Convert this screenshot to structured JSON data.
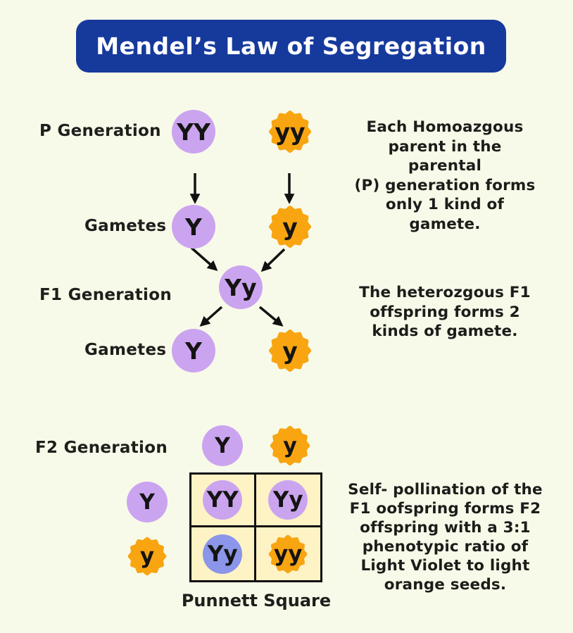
{
  "title": "Mendel’s Law of Segregation",
  "colors": {
    "background": "#f7fae8",
    "banner_bg": "#163a9c",
    "banner_text": "#ffffff",
    "violet_seed": "#cba4f0",
    "blue_seed": "#8b95e9",
    "orange_seed": "#f8a511",
    "punnett_cell_bg": "#fdf3c5",
    "punnett_border": "#111111",
    "text": "#1c1c1a"
  },
  "rows": {
    "p_generation": {
      "label": "P Generation",
      "parent1": "YY",
      "parent2": "yy"
    },
    "gametes1": {
      "label": "Gametes",
      "gamete1": "Y",
      "gamete2": "y"
    },
    "f1_generation": {
      "label": "F1 Generation",
      "offspring": "Yy"
    },
    "gametes2": {
      "label": "Gametes",
      "gamete1": "Y",
      "gamete2": "y"
    },
    "f2_generation": {
      "label": "F2 Generation"
    }
  },
  "notes": {
    "p_note": "Each Homoazgous\nparent in the parental\n(P) generation forms\nonly 1 kind of gamete.",
    "f1_note": "The heterozgous F1\noffspring forms 2\nkinds of gamete.",
    "f2_note": "Self- pollination of the\nF1 oofspring forms F2\noffspring with a 3:1\nphenotypic ratio of\nLight Violet to light\norange seeds."
  },
  "punnett": {
    "caption": "Punnett Square",
    "col_headers": [
      "Y",
      "y"
    ],
    "row_headers": [
      "Y",
      "y"
    ],
    "cells": [
      [
        "YY",
        "Yy"
      ],
      [
        "Yy",
        "yy"
      ]
    ]
  }
}
